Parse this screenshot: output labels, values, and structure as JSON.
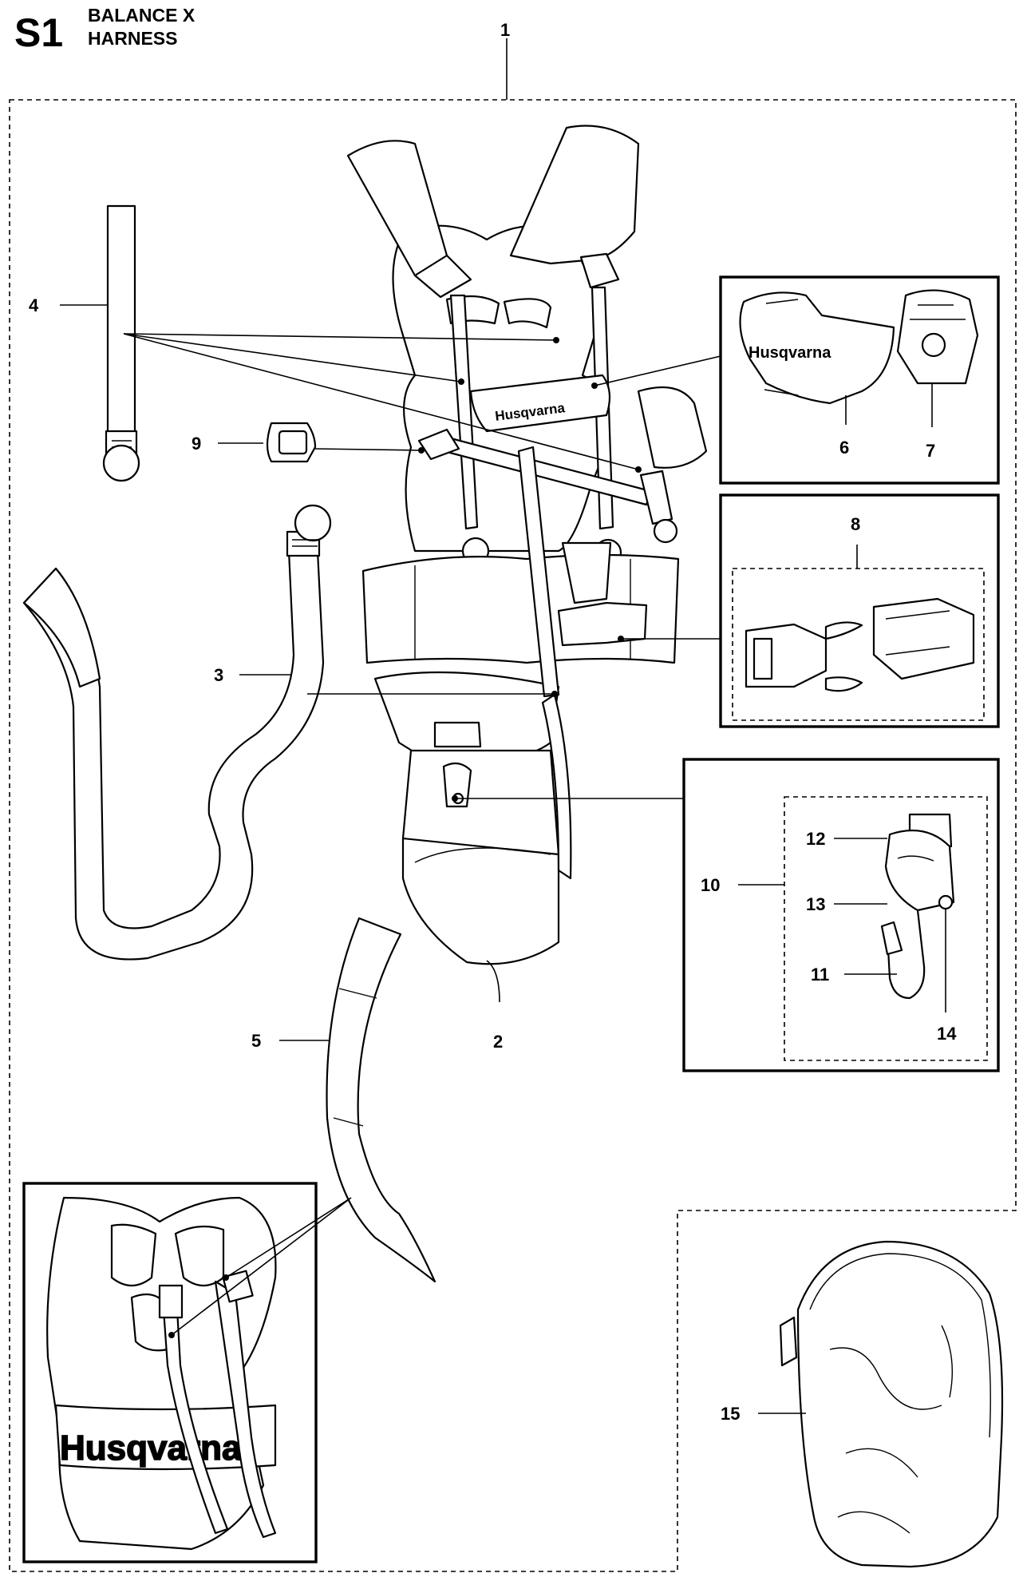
{
  "header": {
    "code": "S1",
    "model": "BALANCE X",
    "subtitle": "HARNESS"
  },
  "callouts": [
    "1",
    "2",
    "3",
    "4",
    "5",
    "6",
    "7",
    "8",
    "9",
    "10",
    "11",
    "12",
    "13",
    "14",
    "15"
  ],
  "brand_marks": {
    "chest_plate": "Husqvarna",
    "pad_detail": "Husqvarna",
    "inset_back": "Husqvarna"
  }
}
